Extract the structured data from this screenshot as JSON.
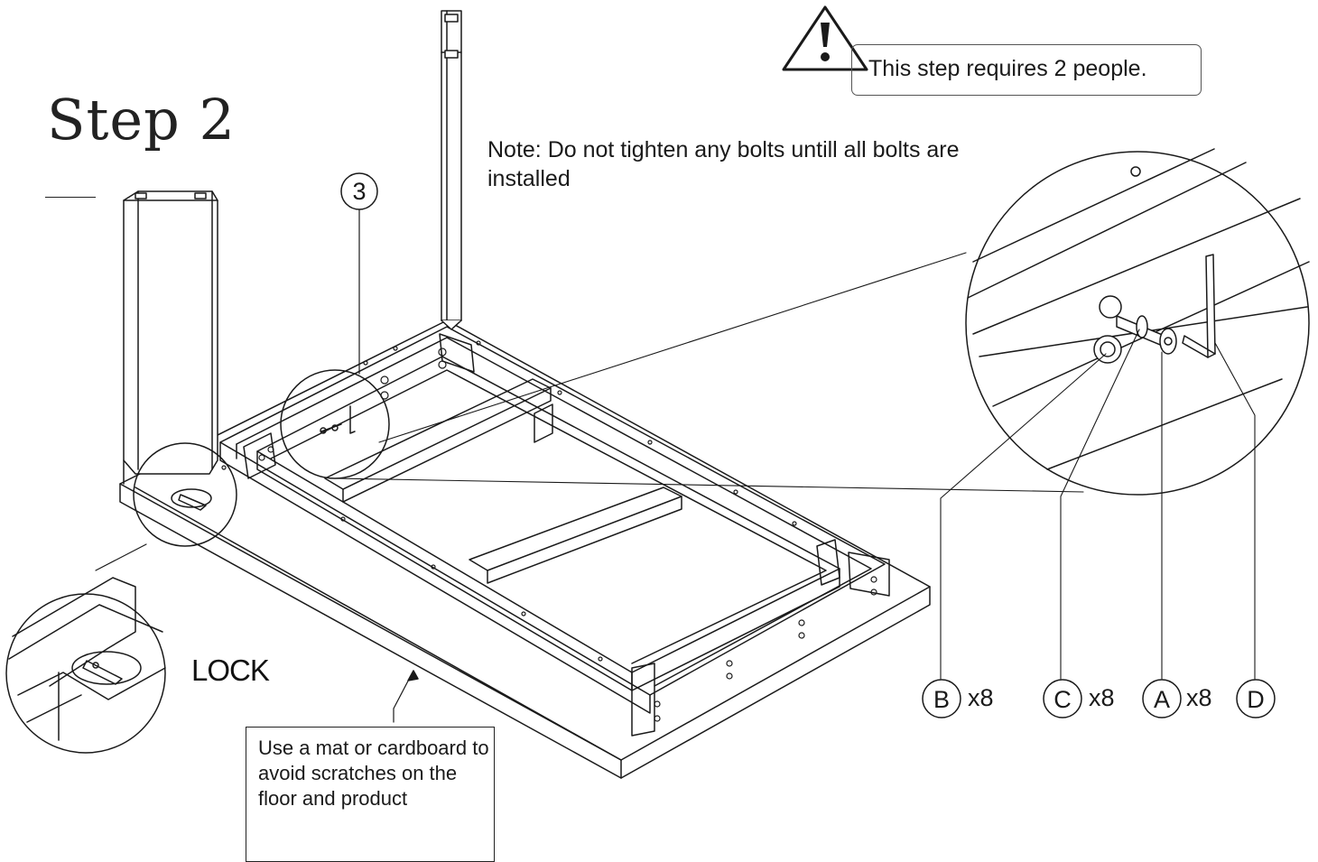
{
  "title": "Step 2",
  "note": "Note: Do not tighten any bolts untill all bolts are installed",
  "warning": "This step requires 2 people.",
  "lock_label": "LOCK",
  "mat_note": "Use a mat or cardboard to avoid scratches on the floor and product",
  "part_number": "3",
  "parts": [
    {
      "letter": "B",
      "qty": "x8"
    },
    {
      "letter": "C",
      "qty": "x8"
    },
    {
      "letter": "A",
      "qty": "x8"
    },
    {
      "letter": "D",
      "qty": ""
    }
  ]
}
